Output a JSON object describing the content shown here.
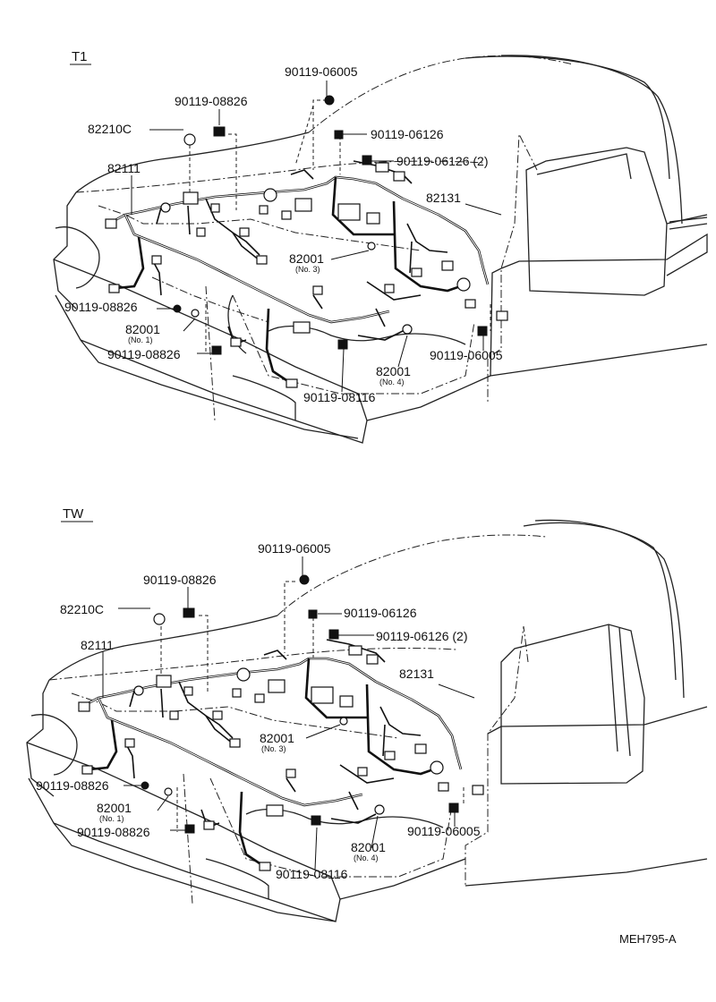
{
  "document": {
    "code": "MEH795-A"
  },
  "sections": [
    {
      "id": "t1",
      "title": "T1",
      "labels": [
        {
          "id": "p90119-06005-top",
          "text": "90119-06005"
        },
        {
          "id": "p90119-08826-top",
          "text": "90119-08826"
        },
        {
          "id": "p82210c",
          "text": "82210C"
        },
        {
          "id": "p90119-06126",
          "text": "90119-06126"
        },
        {
          "id": "p90119-06126-2",
          "text": "90119-06126 (2)"
        },
        {
          "id": "p82111",
          "text": "82111"
        },
        {
          "id": "p82131",
          "text": "82131"
        },
        {
          "id": "p82001-no3",
          "text": "82001",
          "sub": "(No. 3)"
        },
        {
          "id": "p90119-08826-left",
          "text": "90119-08826"
        },
        {
          "id": "p82001-no1",
          "text": "82001",
          "sub": "(No. 1)"
        },
        {
          "id": "p90119-08826-bottom",
          "text": "90119-08826"
        },
        {
          "id": "p82001-no4",
          "text": "82001",
          "sub": "(No. 4)"
        },
        {
          "id": "p90119-06005-right",
          "text": "90119-06005"
        },
        {
          "id": "p90119-08116",
          "text": "90119-08116"
        }
      ]
    },
    {
      "id": "tw",
      "title": "TW",
      "labels": [
        {
          "id": "p90119-06005-top",
          "text": "90119-06005"
        },
        {
          "id": "p90119-08826-top",
          "text": "90119-08826"
        },
        {
          "id": "p82210c",
          "text": "82210C"
        },
        {
          "id": "p90119-06126",
          "text": "90119-06126"
        },
        {
          "id": "p90119-06126-2",
          "text": "90119-06126 (2)"
        },
        {
          "id": "p82111",
          "text": "82111"
        },
        {
          "id": "p82131",
          "text": "82131"
        },
        {
          "id": "p82001-no3",
          "text": "82001",
          "sub": "(No. 3)"
        },
        {
          "id": "p90119-08826-left",
          "text": "90119-08826"
        },
        {
          "id": "p82001-no1",
          "text": "82001",
          "sub": "(No. 1)"
        },
        {
          "id": "p90119-08826-bottom",
          "text": "90119-08826"
        },
        {
          "id": "p82001-no4",
          "text": "82001",
          "sub": "(No. 4)"
        },
        {
          "id": "p90119-06005-right",
          "text": "90119-06005"
        },
        {
          "id": "p90119-08116",
          "text": "90119-08116"
        }
      ]
    }
  ]
}
